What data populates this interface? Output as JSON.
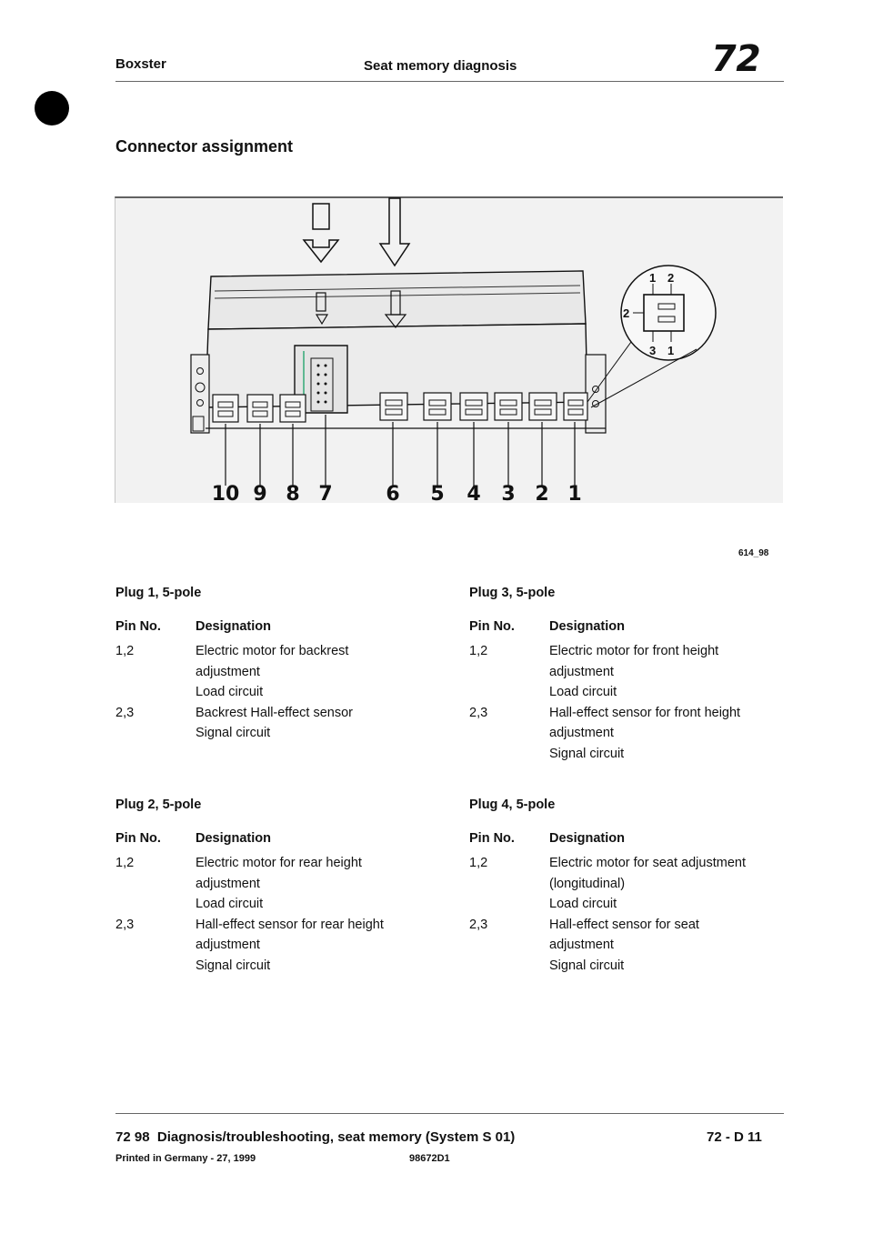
{
  "header": {
    "model": "Boxster",
    "title": "Seat memory diagnosis",
    "section_number": "72"
  },
  "section_title": "Connector assignment",
  "figure": {
    "label": "614_98",
    "callout_numbers": [
      "10",
      "9",
      "8",
      "7",
      "6",
      "5",
      "4",
      "3",
      "2",
      "1"
    ],
    "pin_layout_numbers": [
      "1",
      "2",
      "2",
      "3",
      "1"
    ],
    "icons": [
      "square-outline-icon",
      "arrow-down-outline-icon",
      "arrow-down-icon"
    ]
  },
  "plugs": [
    {
      "title": "Plug 1, 5-pole",
      "col_pin": "Pin No.",
      "col_designation": "Designation",
      "rows": [
        {
          "pin": "1,2",
          "lines": [
            "Electric motor for backrest",
            "adjustment",
            "Load circuit"
          ]
        },
        {
          "pin": "2,3",
          "lines": [
            "Backrest Hall-effect sensor",
            "Signal circuit"
          ]
        }
      ]
    },
    {
      "title": "Plug 2, 5-pole",
      "col_pin": "Pin No.",
      "col_designation": "Designation",
      "rows": [
        {
          "pin": "1,2",
          "lines": [
            "Electric motor for rear height",
            "adjustment",
            "Load circuit"
          ]
        },
        {
          "pin": "2,3",
          "lines": [
            "Hall-effect sensor for rear height",
            "adjustment",
            "Signal circuit"
          ]
        }
      ]
    },
    {
      "title": "Plug 3, 5-pole",
      "col_pin": "Pin No.",
      "col_designation": "Designation",
      "rows": [
        {
          "pin": "1,2",
          "lines": [
            "Electric motor for front height",
            "adjustment",
            "Load circuit"
          ]
        },
        {
          "pin": "2,3",
          "lines": [
            "Hall-effect sensor for front height",
            "adjustment",
            "Signal circuit"
          ]
        }
      ]
    },
    {
      "title": "Plug 4, 5-pole",
      "col_pin": "Pin No.",
      "col_designation": "Designation",
      "rows": [
        {
          "pin": "1,2",
          "lines": [
            "Electric motor for seat adjustment",
            "(longitudinal)",
            "Load circuit"
          ]
        },
        {
          "pin": "2,3",
          "lines": [
            "Hall-effect sensor for seat",
            "adjustment",
            "Signal circuit"
          ]
        }
      ]
    }
  ],
  "footer": {
    "left": "72 98  Diagnosis/troubleshooting, seat memory (System S 01)",
    "page": "72 - D 11",
    "printed": "Printed in Germany - 27, 1999",
    "part_number": "98672D1"
  }
}
